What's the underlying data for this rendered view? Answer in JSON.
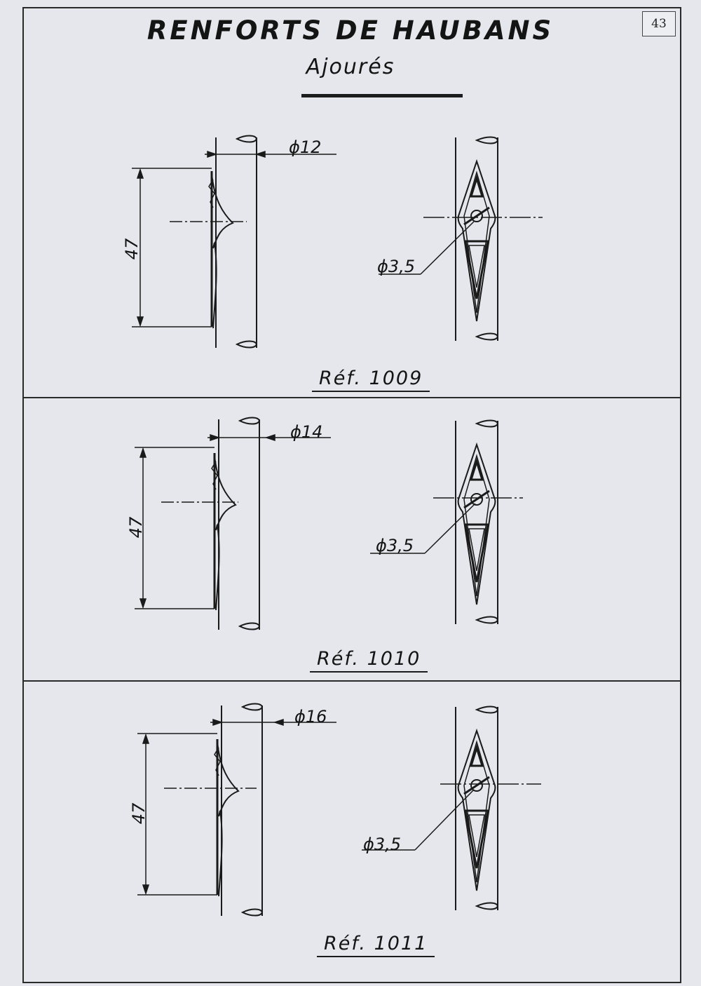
{
  "page": {
    "number": "43",
    "title": "RENFORTS DE HAUBANS",
    "subtitle": "Ajourés"
  },
  "sections": [
    {
      "ref": "Réf. 1009",
      "diameter": "ϕ12",
      "height": "47",
      "hole": "ϕ3,5"
    },
    {
      "ref": "Réf. 1010",
      "diameter": "ϕ14",
      "height": "47",
      "hole": "ϕ3,5"
    },
    {
      "ref": "Réf. 1011",
      "diameter": "ϕ16",
      "height": "47",
      "hole": "ϕ3,5"
    }
  ]
}
